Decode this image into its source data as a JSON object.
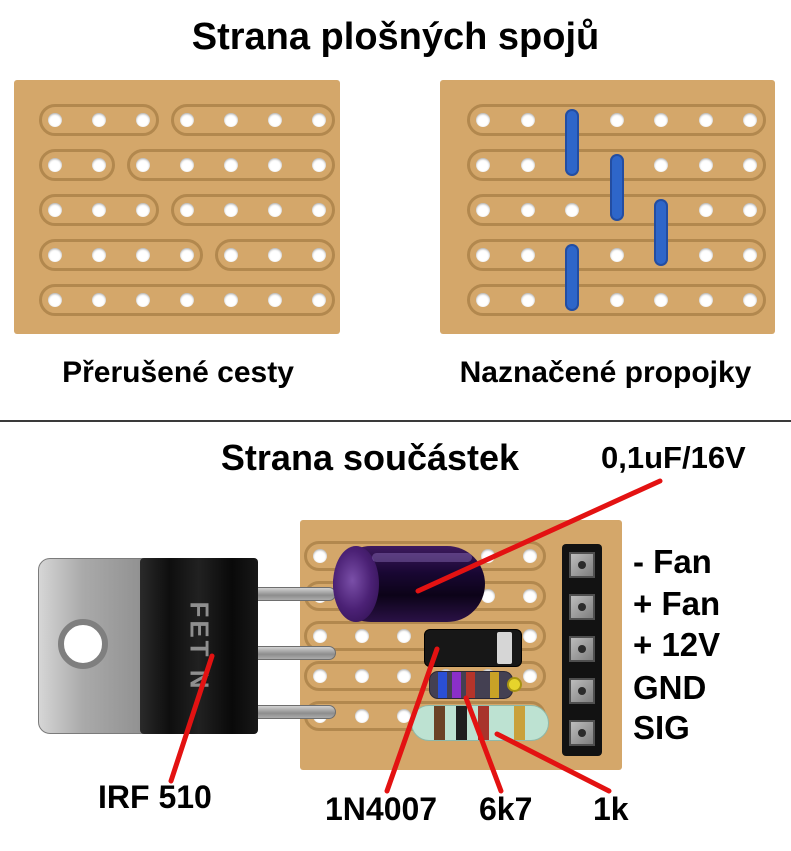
{
  "page": {
    "top_title": "Strana plošných spojů",
    "bottom_title": "Strana součástek"
  },
  "captions": {
    "left": "Přerušené cesty",
    "right": "Naznačené propojky"
  },
  "colors": {
    "board": "#d4a76a",
    "track_outline": "#b2884e",
    "hole": "#ffffff",
    "jumper_blue": "#2e66c9",
    "annotation_red": "#e31212"
  },
  "boards": {
    "solder_left": {
      "rows": 5,
      "cols": 7,
      "segments": [
        [
          [
            1,
            3
          ],
          [
            4,
            7
          ]
        ],
        [
          [
            1,
            2
          ],
          [
            3,
            7
          ]
        ],
        [
          [
            1,
            3
          ],
          [
            4,
            7
          ]
        ],
        [
          [
            1,
            4
          ],
          [
            5,
            7
          ]
        ],
        [
          [
            1,
            7
          ]
        ]
      ]
    },
    "solder_right": {
      "rows": 5,
      "cols": 7,
      "segments": [
        [
          [
            1,
            7
          ]
        ],
        [
          [
            1,
            7
          ]
        ],
        [
          [
            1,
            7
          ]
        ],
        [
          [
            1,
            7
          ]
        ],
        [
          [
            1,
            7
          ]
        ]
      ],
      "jumpers": [
        {
          "col": 3,
          "row_from": 1,
          "row_to": 2
        },
        {
          "col": 4,
          "row_from": 2,
          "row_to": 3
        },
        {
          "col": 5,
          "row_from": 3,
          "row_to": 4
        },
        {
          "col": 3,
          "row_from": 4,
          "row_to": 5
        }
      ]
    },
    "component": {
      "rows": 5,
      "cols": 6,
      "segments": [
        [
          [
            1,
            6
          ]
        ],
        [
          [
            1,
            6
          ]
        ],
        [
          [
            1,
            6
          ]
        ],
        [
          [
            1,
            6
          ]
        ],
        [
          [
            1,
            6
          ]
        ]
      ]
    }
  },
  "components": {
    "mosfet": {
      "label": "IRF 510",
      "marking": "FET N"
    },
    "capacitor": {
      "label": "0,1uF/16V"
    },
    "diode": {
      "label": "1N4007"
    },
    "resistor_6k7": {
      "label": "6k7"
    },
    "resistor_1k": {
      "label": "1k"
    }
  },
  "header_pins": [
    "- Fan",
    "+ Fan",
    "+ 12V",
    "GND",
    "SIG"
  ]
}
